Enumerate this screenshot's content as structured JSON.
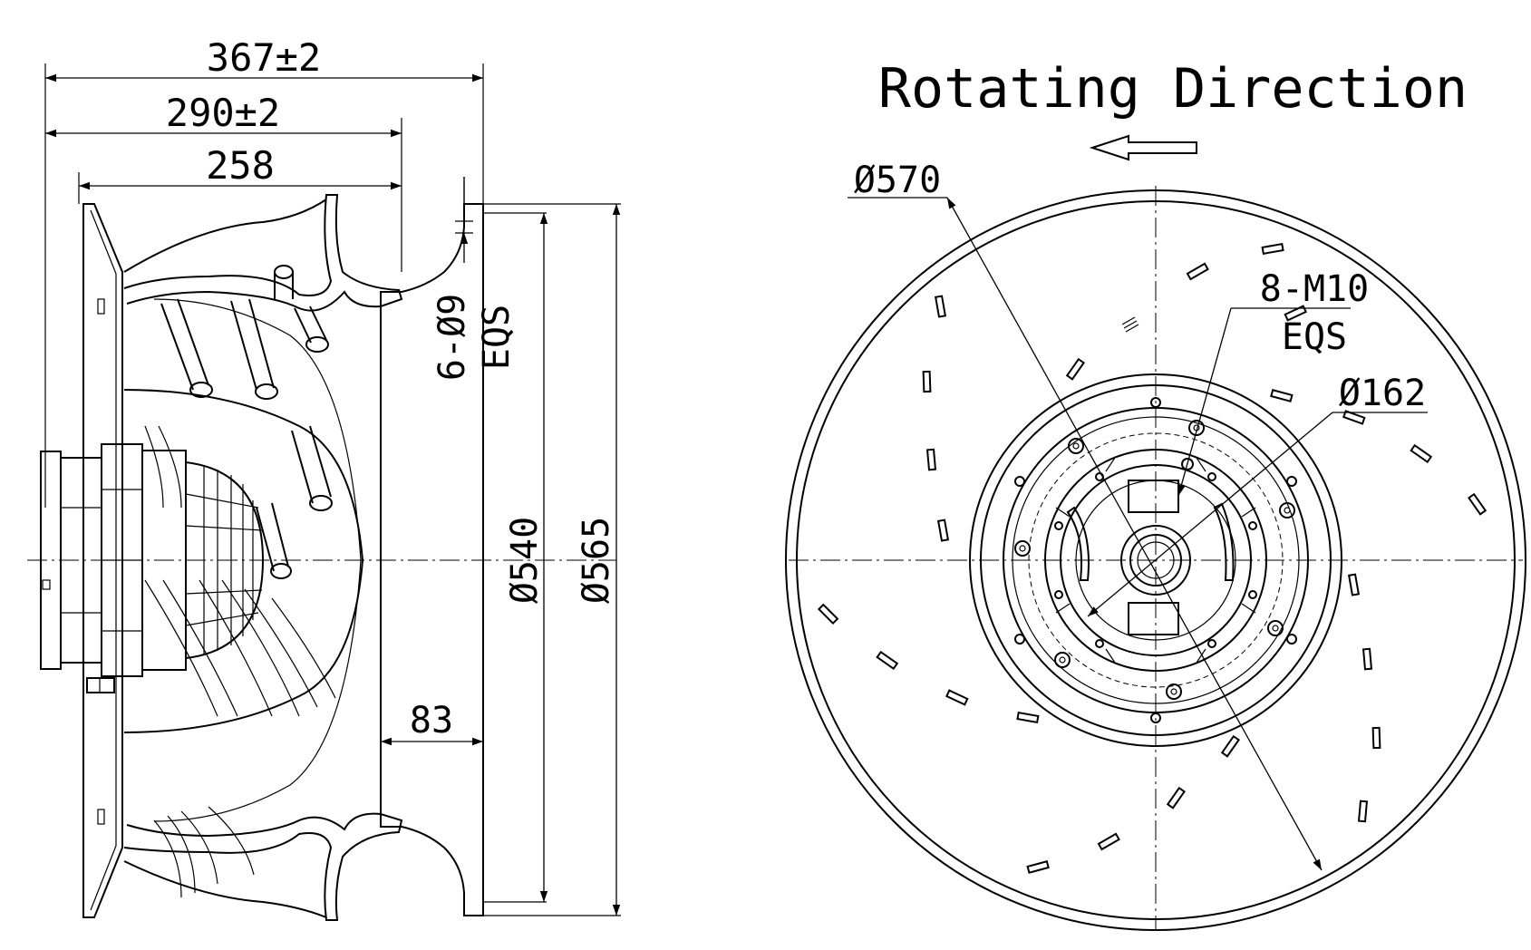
{
  "title": "Rotating Direction",
  "side_view": {
    "dim_overall_length": "367±2",
    "dim_inlet_length": "290±2",
    "dim_wheel_length": "258",
    "dim_inlet_to_flange": "83",
    "dim_mount_holes": "6-Ø9",
    "dim_mount_holes_spacing": "EQS",
    "dim_inlet_dia": "Ø540",
    "dim_outer_dia": "Ø565"
  },
  "front_view": {
    "dim_wheel_dia": "Ø570",
    "dim_threaded_holes": "8-M10",
    "dim_threaded_holes_spacing": "EQS",
    "dim_bolt_circle": "Ø162"
  },
  "direction_arrow": "left"
}
